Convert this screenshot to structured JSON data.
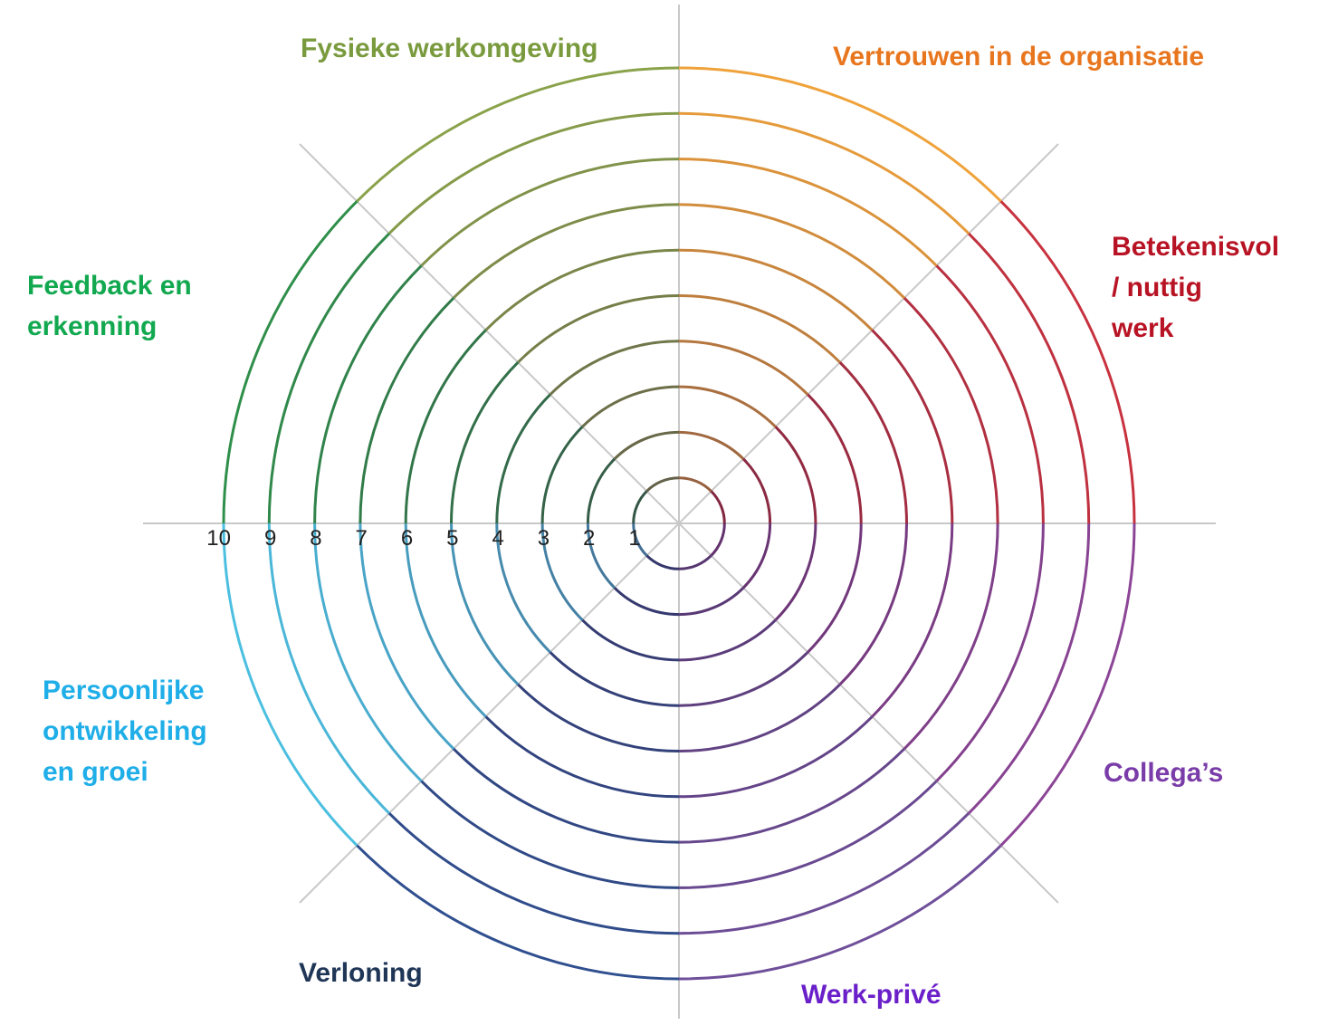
{
  "scale_labels": [
    "1",
    "2",
    "3",
    "4",
    "5",
    "6",
    "7",
    "8",
    "9",
    "10"
  ],
  "segments": [
    {
      "key": "fysiek",
      "label": "Fysieke werkomgeving",
      "color": "#7A9A3E",
      "ring_color": "#8aa24a"
    },
    {
      "key": "vertrouw",
      "label": "Vertrouwen in de organisatie",
      "color": "#E8761E",
      "ring_color": "#efa23a"
    },
    {
      "key": "betek",
      "label": "Betekenisvol\n/ nuttig\nwerk",
      "color": "#B81324",
      "ring_color": "#c8323f"
    },
    {
      "key": "collega",
      "label": "Collega’s",
      "color": "#7A3CA8",
      "ring_color": "#8c4596"
    },
    {
      "key": "werkpriv",
      "label": "Werk-privé",
      "color": "#6A1FC9",
      "ring_color": "#6f4f9a"
    },
    {
      "key": "verlon",
      "label": "Verloning",
      "color": "#1F3657",
      "ring_color": "#2f4f8f"
    },
    {
      "key": "persoon",
      "label": "Persoonlijke\nontwikkeling\nen groei",
      "color": "#1FAEE8",
      "ring_color": "#4bbfe0"
    },
    {
      "key": "feedback",
      "label": "Feedback en\nerkenning",
      "color": "#11A84F",
      "ring_color": "#2f8f4a"
    }
  ]
}
